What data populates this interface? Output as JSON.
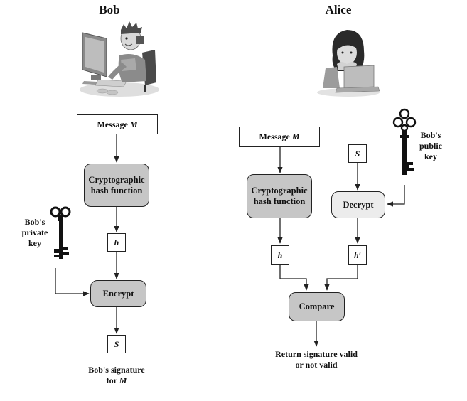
{
  "bob": {
    "title": "Bob",
    "message": "Message M",
    "hash_function": "Cryptographic hash function",
    "hash_value": "h",
    "private_key_label": "Bob's private key",
    "encrypt": "Encrypt",
    "signature_value": "S",
    "signature_label": "Bob's signature for M"
  },
  "alice": {
    "title": "Alice",
    "message": "Message M",
    "signature_value": "S",
    "public_key_label": "Bob's public key",
    "hash_function": "Cryptographic hash function",
    "decrypt": "Decrypt",
    "hash_value": "h",
    "decrypted_hash": "h′",
    "compare": "Compare",
    "result": "Return signature valid or not valid"
  },
  "icons": [
    "person-at-computer-icon",
    "person-with-laptop-icon",
    "private-key-icon",
    "public-key-icon"
  ]
}
